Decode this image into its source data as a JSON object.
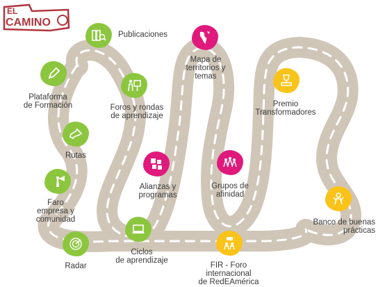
{
  "brand": {
    "name": "EL CAMINO",
    "text_line1": "EL",
    "text_line2": "CAMINO",
    "color": "#b0363e"
  },
  "colors": {
    "road": "#d0c6b8",
    "dash": "#ffffff",
    "green": "#8cc63f",
    "magenta": "#e0197d",
    "yellow": "#f9c31a",
    "text": "#3a3a3a"
  },
  "nodes": [
    {
      "id": "publicaciones",
      "label": "Publicaciones",
      "color": "green",
      "icon": "books-magnifier-icon"
    },
    {
      "id": "mapa",
      "label": "Mapa de\nterritorios y\ntemas",
      "color": "magenta",
      "icon": "americas-map-icon"
    },
    {
      "id": "plataforma",
      "label": "Plataforma\nde Formación",
      "color": "green",
      "icon": "pencil-icon"
    },
    {
      "id": "foros",
      "label": "Foros y rondas\nde aprendizaje",
      "color": "green",
      "icon": "presentation-board-icon"
    },
    {
      "id": "premio",
      "label": "Premio\nTransformadores",
      "color": "yellow",
      "icon": "trophy-laptop-icon"
    },
    {
      "id": "rutas",
      "label": "Rutas",
      "color": "green",
      "icon": "road-sign-icon"
    },
    {
      "id": "alianzas",
      "label": "Alianzas y\nprogramas",
      "color": "magenta",
      "icon": "puzzle-pieces-icon"
    },
    {
      "id": "grupos",
      "label": "Grupos de\nafinidad",
      "color": "magenta",
      "icon": "people-group-icon"
    },
    {
      "id": "faro",
      "label": "Faro\nempresa y\ncomunidad",
      "color": "green",
      "icon": "lighthouse-icon"
    },
    {
      "id": "banco",
      "label": "Banco de buenas\nprácticas",
      "color": "yellow",
      "icon": "award-person-icon"
    },
    {
      "id": "ciclos",
      "label": "Ciclos\nde aprendizaje",
      "color": "green",
      "icon": "laptop-icon"
    },
    {
      "id": "radar",
      "label": "Radar",
      "color": "green",
      "icon": "radar-icon"
    },
    {
      "id": "fir",
      "label": "FIR - Foro\ninternacional\nde RedEAmérica",
      "color": "yellow",
      "icon": "discussion-icon"
    }
  ]
}
